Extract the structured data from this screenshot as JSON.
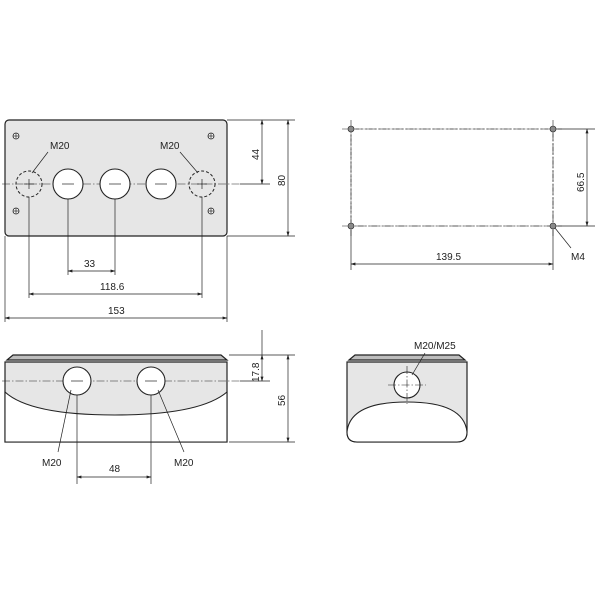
{
  "dimensions": {
    "front_hole_spacing": "33",
    "front_outer_hole_spacing": "118.6",
    "front_width": "153",
    "front_hole_height": "44",
    "front_height": "80",
    "mount_width": "139.5",
    "mount_height": "66.5",
    "side_hole_spacing": "48",
    "side_hole_height": "17.8",
    "side_height": "56"
  },
  "labels": {
    "thread_left_front": "M20",
    "thread_right_front": "M20",
    "mount_screw": "M4",
    "thread_left_side": "M20",
    "thread_right_side": "M20",
    "thread_end": "M20/M25"
  }
}
